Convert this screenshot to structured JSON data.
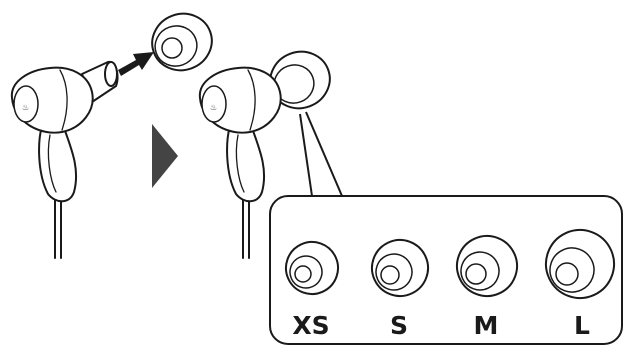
{
  "sizes": [
    {
      "label": "XS"
    },
    {
      "label": "S"
    },
    {
      "label": "M"
    },
    {
      "label": "L"
    }
  ],
  "colors": {
    "line": "#1a1a1a",
    "arrow": "#1a1a1a",
    "step_triangle": "#444444",
    "background": "#ffffff"
  },
  "icons": {
    "insert_arrow": "arrow-right-icon",
    "step_indicator": "triangle-right-icon"
  }
}
